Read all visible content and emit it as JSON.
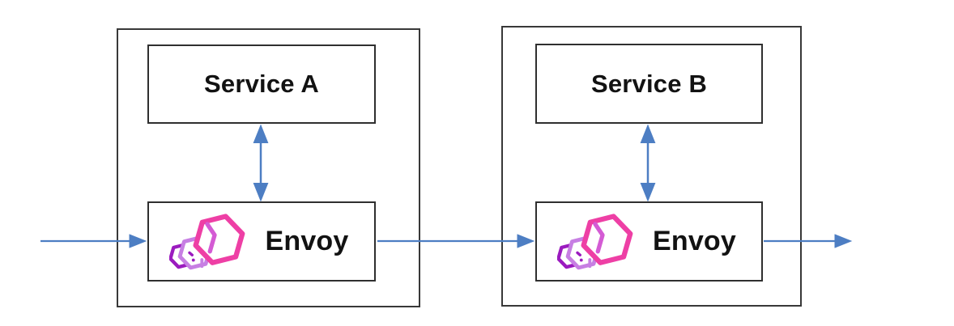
{
  "diagram": {
    "description": "Two services each fronted by an Envoy sidecar proxy; traffic flows in, between Envoys, and out",
    "groups": [
      {
        "id": "pod-a",
        "service_label": "Service A",
        "proxy_label": "Envoy"
      },
      {
        "id": "pod-b",
        "service_label": "Service B",
        "proxy_label": "Envoy"
      }
    ],
    "icons": {
      "proxy_logo": "envoy-hexagons-logo"
    },
    "arrows": {
      "inbound": "left edge into Envoy A",
      "between": "Envoy A to Envoy B",
      "outbound": "Envoy B to right edge",
      "service_proxy": "bidirectional vertical arrow between each Service and its Envoy"
    },
    "colors": {
      "arrow_blue": "#4d7ec3",
      "box_border": "#2f2f2f",
      "group_border": "#383838",
      "envoy_pink": "#ee3fa5",
      "envoy_lavender": "#c77fe3",
      "envoy_purple": "#9b1bbf",
      "label_text": "#121212",
      "background": "#ffffff"
    }
  }
}
